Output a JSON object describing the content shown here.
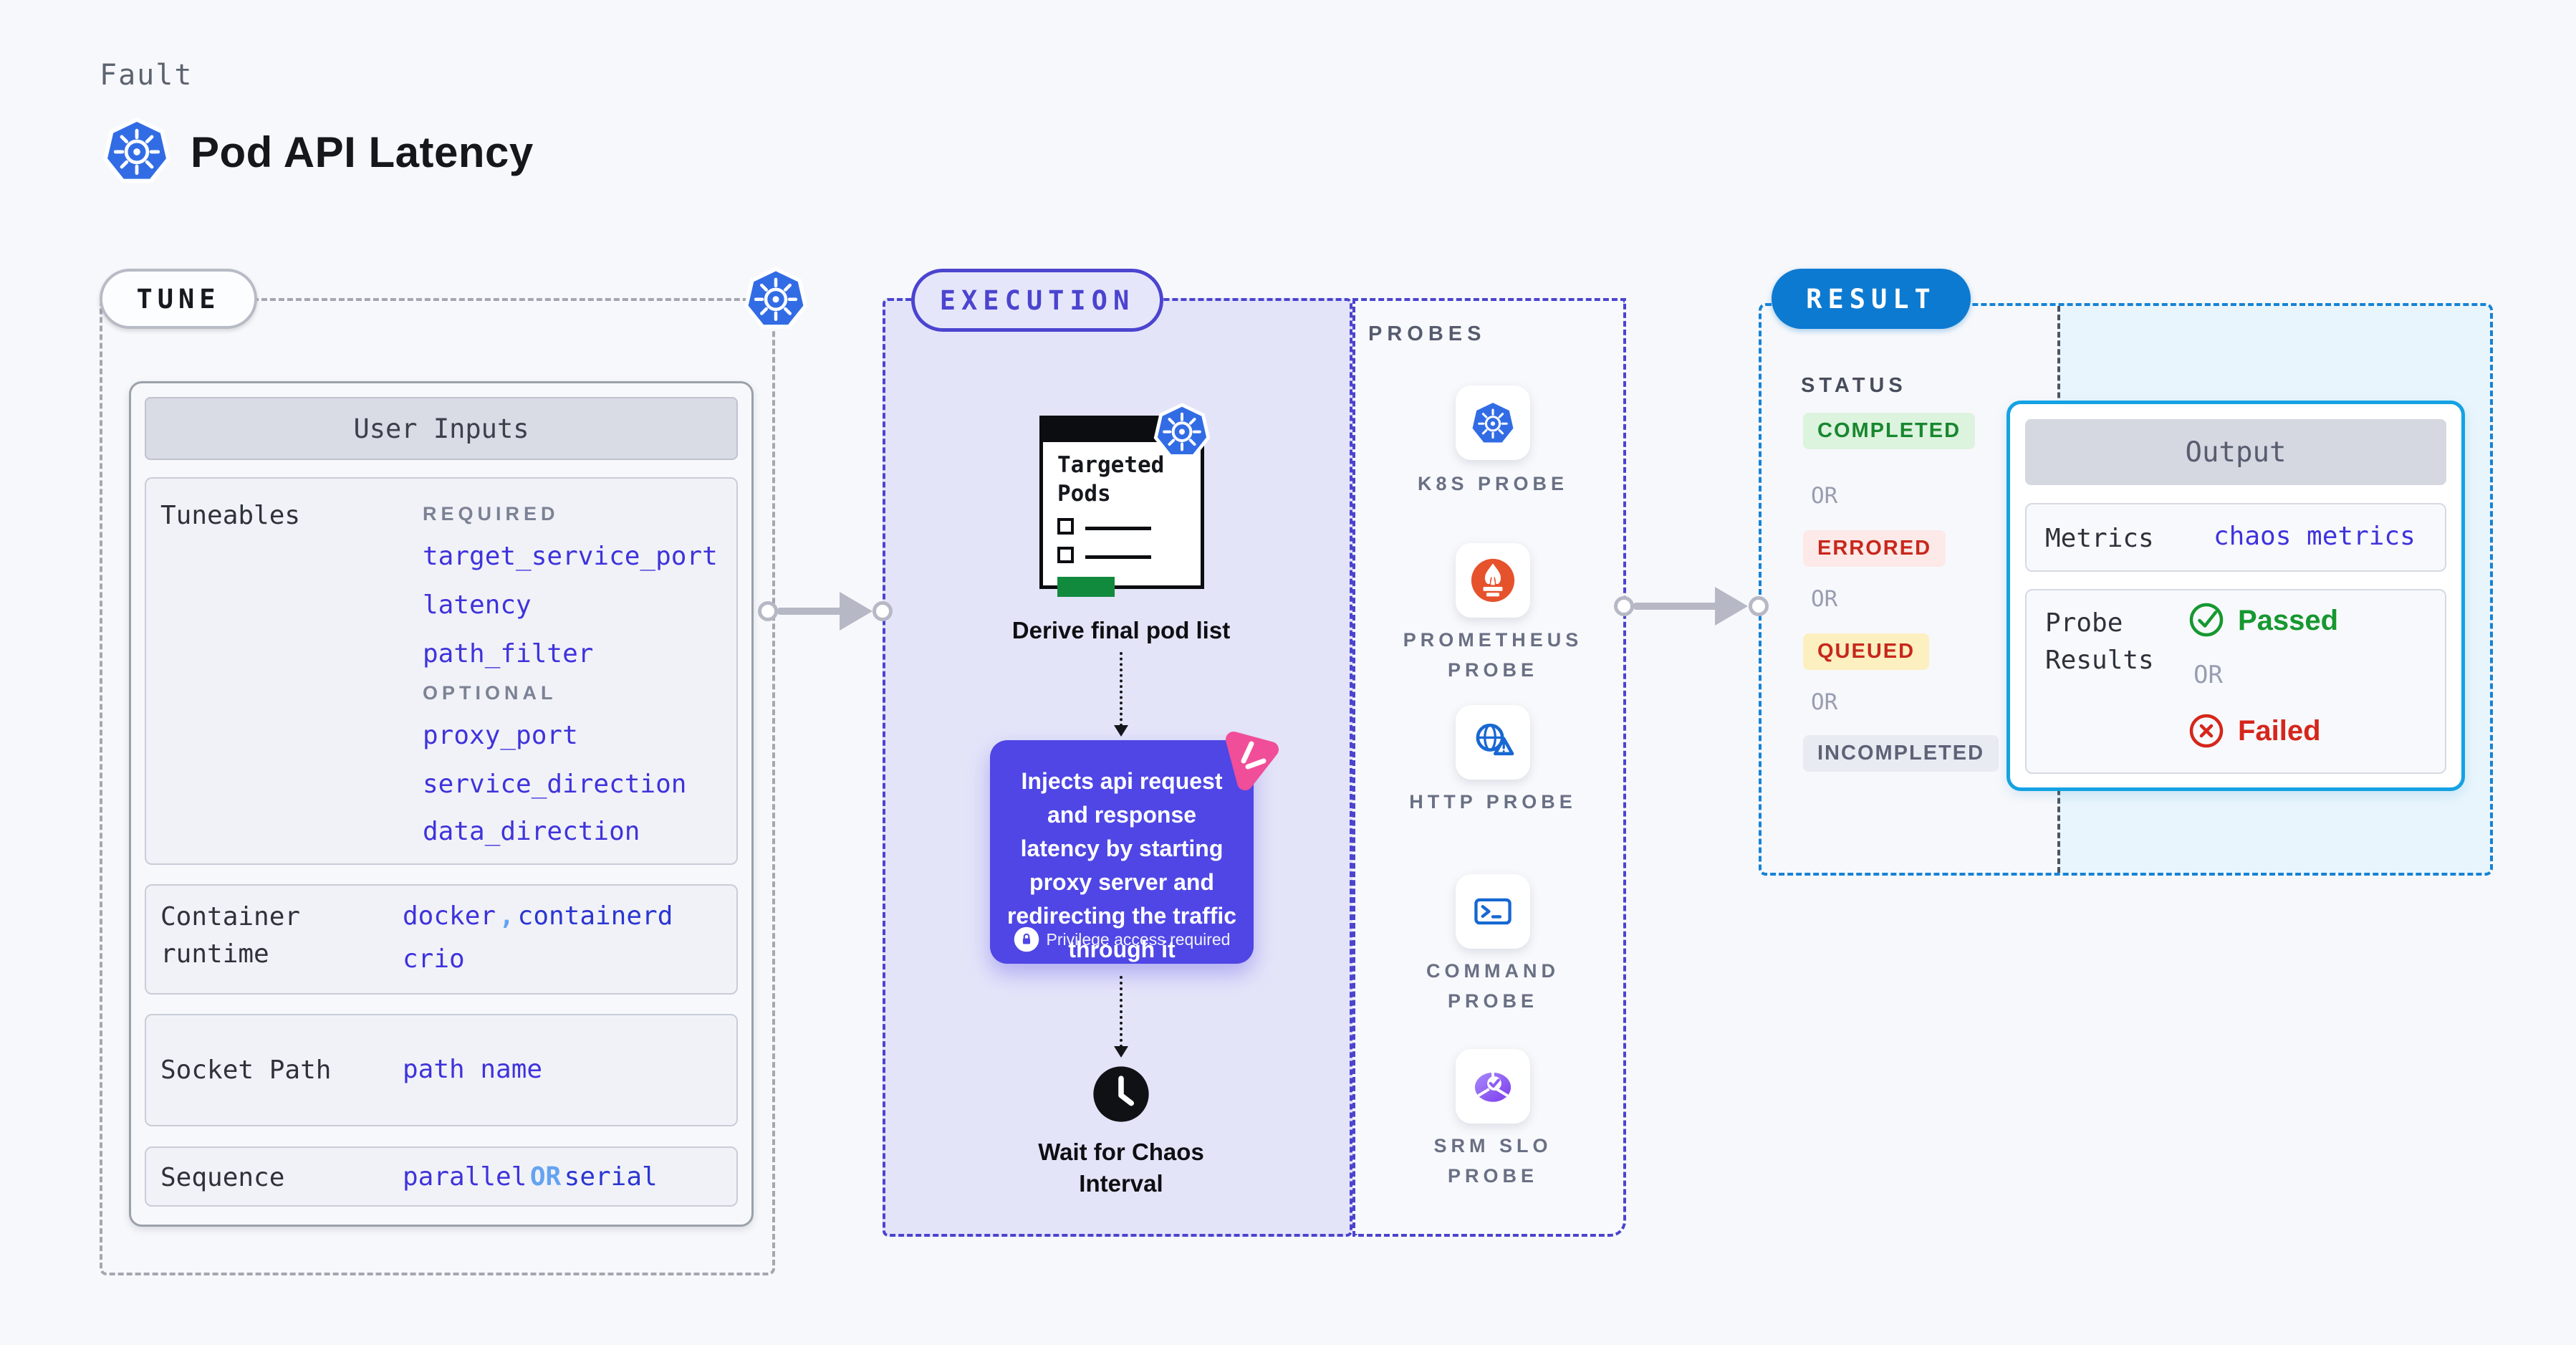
{
  "header": {
    "kicker": "Fault",
    "title": "Pod API Latency"
  },
  "colors": {
    "page_bg": "#f7f8fb",
    "indigo": "#4b44cf",
    "link_indigo": "#3f33db",
    "link_blue": "#2b36d0",
    "connector_blue": "#64a3f2",
    "execution_bg": "#e4e4f9",
    "purple_box": "#4f46e5",
    "result_pill": "#0d7ad1",
    "result_dash": "#1583d6",
    "output_border": "#14a2e3",
    "output_area_bg": "#e8f5fc",
    "k8s_blue": "#326ce5",
    "prometheus_orange": "#e6522c",
    "probe_icon_blue": "#1768d2",
    "srm_purple": "#8b5cf6",
    "litmus_pink": "#f04e98",
    "green": "#16982f",
    "red": "#d5261b",
    "completed_bg": "#dcf3de",
    "errored_bg": "#fce9e8",
    "queued_bg": "#fcefc0",
    "incompleted_bg": "#e9ebf2",
    "targeted_green": "#128a3e"
  },
  "tune": {
    "pill": "TUNE",
    "user_inputs_header": "User Inputs",
    "tuneables": {
      "label": "Tuneables",
      "required_label": "REQUIRED",
      "required": [
        "target_service_port",
        "latency",
        "path_filter"
      ],
      "optional_label": "OPTIONAL",
      "optional": [
        "proxy_port",
        "service_direction",
        "data_direction"
      ]
    },
    "container_runtime": {
      "label": "Container runtime",
      "value_a": "docker",
      "separator": ",",
      "value_b": "containerd",
      "value_c": "crio"
    },
    "socket_path": {
      "label": "Socket Path",
      "value": "path name"
    },
    "sequence": {
      "label": "Sequence",
      "value_a": "parallel",
      "connector": "OR",
      "value_b": "serial"
    }
  },
  "execution": {
    "pill": "EXECUTION",
    "targeted_pods_title": "Targeted Pods",
    "derive_label": "Derive final pod list",
    "inject_description": "Injects api request and response latency by starting proxy server and redirecting the traffic through it",
    "privilege_note": "Privilege access required",
    "wait_label": "Wait for Chaos Interval"
  },
  "probes": {
    "panel_label": "PROBES",
    "items": [
      {
        "label": "K8S PROBE",
        "icon": "kubernetes-icon"
      },
      {
        "label": "PROMETHEUS PROBE",
        "icon": "prometheus-icon"
      },
      {
        "label": "HTTP PROBE",
        "icon": "http-globe-icon"
      },
      {
        "label": "COMMAND PROBE",
        "icon": "terminal-icon"
      },
      {
        "label": "SRM SLO PROBE",
        "icon": "srm-slo-icon"
      }
    ]
  },
  "result": {
    "pill": "RESULT",
    "status_label": "STATUS",
    "or_label": "OR",
    "statuses": [
      {
        "label": "COMPLETED"
      },
      {
        "label": "ERRORED"
      },
      {
        "label": "QUEUED"
      },
      {
        "label": "INCOMPLETED"
      }
    ],
    "output": {
      "header": "Output",
      "metrics_label": "Metrics",
      "metrics_value": "chaos metrics",
      "probe_results_label": "Probe Results",
      "passed": "Passed",
      "or_label": "OR",
      "failed": "Failed"
    }
  }
}
